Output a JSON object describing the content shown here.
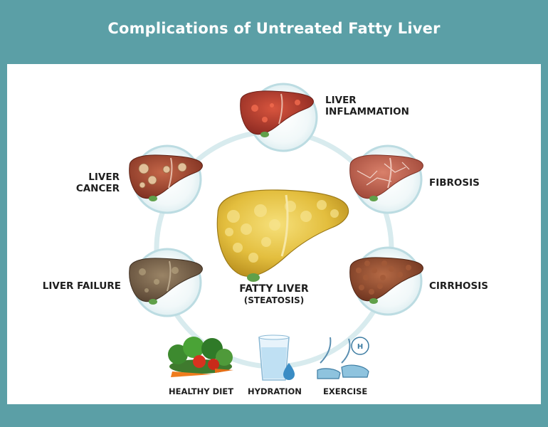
{
  "title": "Complications of Untreated Fatty Liver",
  "center": {
    "line1": "FATTY LIVER",
    "line2": "(STEATOSIS)"
  },
  "stages": {
    "inflammation": {
      "line1": "LIVER",
      "line2": "INFLAMMATION"
    },
    "fibrosis": {
      "line1": "FIBROSIS"
    },
    "cirrhosis": {
      "line1": "CIRRHOSIS"
    },
    "failure": {
      "line1": "LIVER FAILURE"
    },
    "cancer": {
      "line1": "LIVER",
      "line2": "CANCER"
    }
  },
  "prevention": {
    "diet": "HEALTHY DIET",
    "hydration": "HYDRATION",
    "exercise": "EXERCISE"
  },
  "colors": {
    "background": "#5b9fa6",
    "ring": "#d8ebee",
    "fatty": "#e8c64a",
    "inflamed": "#b53a2e",
    "fibrosis": "#c4614e",
    "cirrhosis": "#8f4a30",
    "failure": "#7a6248",
    "cancer": "#a8452f"
  }
}
